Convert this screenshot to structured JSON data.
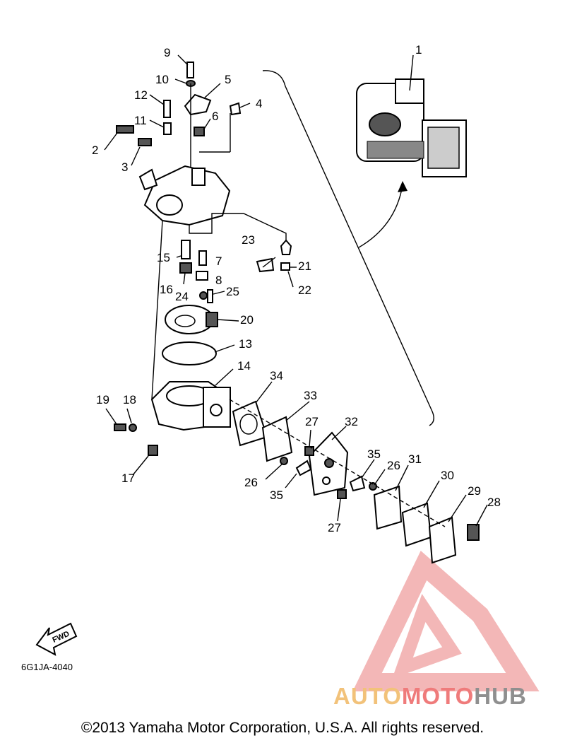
{
  "diagram": {
    "part_callouts": [
      "1",
      "2",
      "3",
      "4",
      "5",
      "6",
      "7",
      "8",
      "9",
      "10",
      "11",
      "12",
      "13",
      "14",
      "15",
      "16",
      "17",
      "18",
      "19",
      "20",
      "21",
      "22",
      "23",
      "24",
      "25",
      "26",
      "26",
      "27",
      "27",
      "28",
      "29",
      "30",
      "31",
      "32",
      "33",
      "34",
      "35",
      "35"
    ],
    "fwd_label": "FWD",
    "diagram_code": "6G1JA-4040"
  },
  "watermark": {
    "part1": "AUTO",
    "part2": "MOTO",
    "part3": "HUB"
  },
  "footer": {
    "copyright": "©2013 Yamaha Motor Corporation, U.S.A. All rights reserved."
  }
}
